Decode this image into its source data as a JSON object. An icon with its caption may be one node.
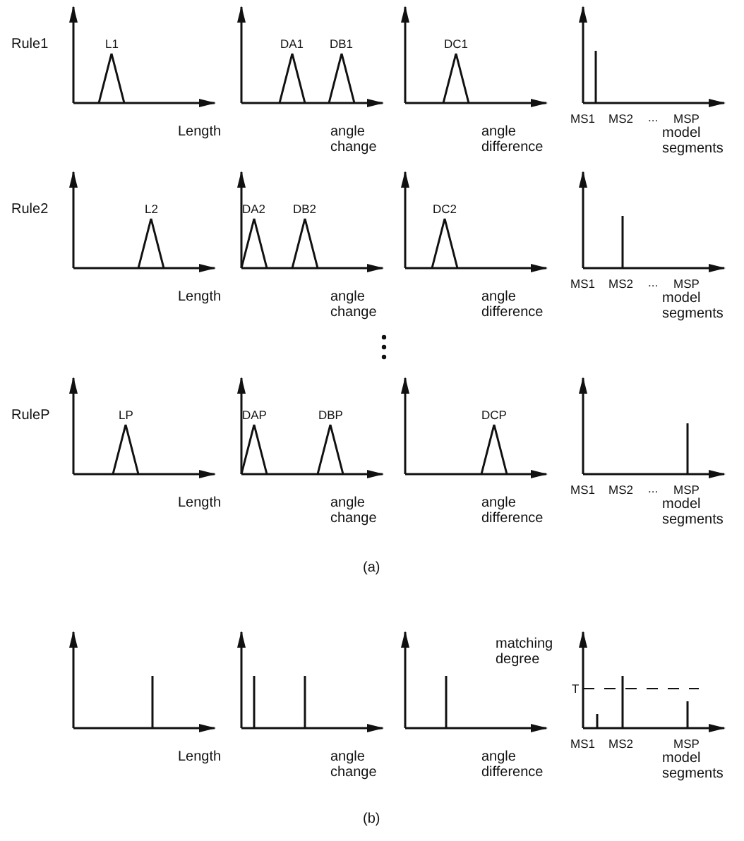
{
  "diagram": {
    "labels": [
      "Rule1",
      "L1",
      "DA1",
      "DB1",
      "DC1",
      "Length",
      "angle change",
      "angle difference",
      "MS1",
      "MS2",
      "...",
      "MSP",
      "model segments",
      "Rule2",
      "L2",
      "DA2",
      "DB2",
      "DC2",
      "Length",
      "angle change",
      "angle difference",
      "MS1",
      "MS2",
      "...",
      "MSP",
      "model segments",
      "RuleP",
      "LP",
      "DAP",
      "DBP",
      "DCP",
      "Length",
      "angle change",
      "angle difference",
      "MS1",
      "MS2",
      "...",
      "MSP",
      "model segments",
      "(a)",
      "matching degree",
      "T",
      "Length",
      "angle change",
      "angle difference",
      "MS1",
      "MS2",
      "MSP",
      "model segments",
      "(b)"
    ]
  }
}
